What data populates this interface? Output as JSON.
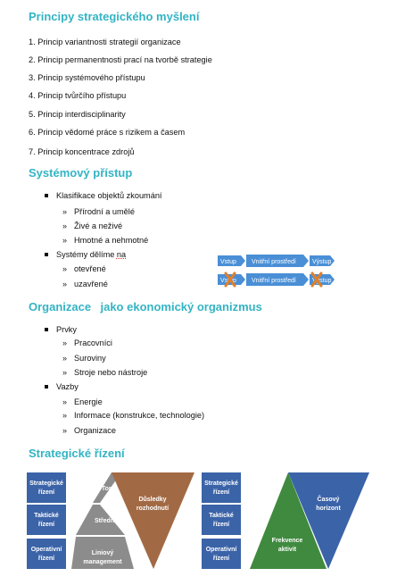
{
  "sections": {
    "principles": {
      "title": "Principy strategického myšlení",
      "items": [
        "1. Princip variantnosti strategií organizace",
        "2. Princip permanentnosti  prací na tvorbě strategie",
        "3. Princip systémového přístupu",
        "4. Princip tvůrčího přístupu",
        "5. Princip interdisciplinarity",
        "6. Princip vědomé práce s rizikem a časem",
        "7. Princip koncentrace zdrojů "
      ]
    },
    "system": {
      "title": "Systémový přístup",
      "classification": "Klasifikace objektů zkoumání",
      "classification_items": [
        "Přírodní a umělé",
        "Živé a neživé",
        "Hmotné a nehmotné"
      ],
      "systems_prefix": "Systémy dělíme ",
      "systems_na": "na",
      "systems_items": [
        "otevřené",
        "uzavřené"
      ],
      "diagram": {
        "input": "Vstup",
        "env": "Vnitřní prostředí",
        "output": "Výstup"
      }
    },
    "organization": {
      "title": "Organizacejako ekonomický organizmus",
      "elements": "Prvky",
      "element_items": [
        "Pracovníci",
        "Suroviny",
        "Stroje nebo nástroje"
      ],
      "links": "Vazby",
      "link_items": [
        "Energie",
        "Informace (konstrukce, technologie)",
        "Organizace"
      ]
    },
    "management": {
      "title": "Strategické řízení",
      "levels": [
        "Strategické řízení",
        "Taktické řízení",
        "Operativní řízení"
      ],
      "pyramid": [
        "Top",
        "Střední",
        "Liniový management"
      ],
      "consequences": "Důsledky rozhodnutí",
      "frequency": "Frekvence aktivit",
      "time": "Časový horizont"
    }
  },
  "colors": {
    "heading": "#33b4c4",
    "arrow_blue": "#4a8fd6",
    "box_blue": "#3b63a8",
    "gray": "#8c8c8c",
    "brown": "#a26a44",
    "green": "#3f8a3f",
    "cross": "#e0802a"
  }
}
